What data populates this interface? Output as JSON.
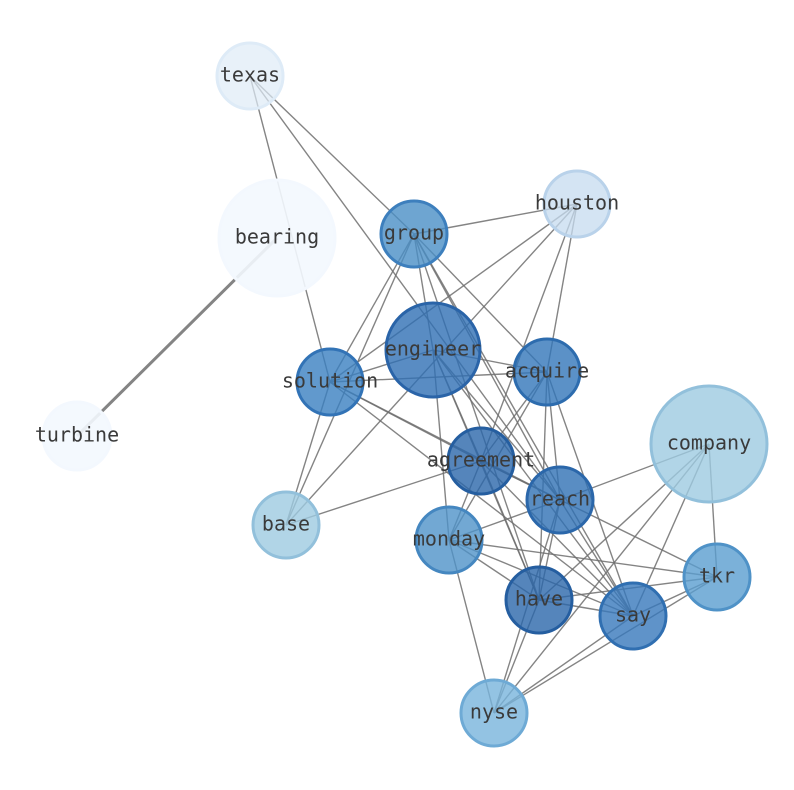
{
  "nodes": [
    {
      "id": "texas",
      "label": "texas",
      "fill": "#deebf7",
      "stroke": "#deebf7",
      "opacity": 0.7
    },
    {
      "id": "bearing",
      "label": "bearing",
      "fill": "#f3f8fe",
      "stroke": "#f3f8fe",
      "opacity": 0.9
    },
    {
      "id": "turbine",
      "label": "turbine",
      "fill": "#f3f8fe",
      "stroke": "#f3f8fe",
      "opacity": 0.9
    },
    {
      "id": "houston",
      "label": "houston",
      "fill": "#c6dbef",
      "stroke": "#b9d2ea",
      "opacity": 0.75
    },
    {
      "id": "group",
      "label": "group",
      "fill": "#4a8fc6",
      "stroke": "#3d7fbd",
      "opacity": 0.8
    },
    {
      "id": "engineer",
      "label": "engineer",
      "fill": "#2f6fb4",
      "stroke": "#2a64a8",
      "opacity": 0.8
    },
    {
      "id": "solution",
      "label": "solution",
      "fill": "#3a7fc0",
      "stroke": "#3273b6",
      "opacity": 0.8
    },
    {
      "id": "acquire",
      "label": "acquire",
      "fill": "#3276b9",
      "stroke": "#2d6cae",
      "opacity": 0.8
    },
    {
      "id": "company",
      "label": "company",
      "fill": "#9ecae1",
      "stroke": "#92c0db",
      "opacity": 0.8
    },
    {
      "id": "agreement",
      "label": "agreement",
      "fill": "#2a66aa",
      "stroke": "#255ea0",
      "opacity": 0.8
    },
    {
      "id": "reach",
      "label": "reach",
      "fill": "#3070b4",
      "stroke": "#2b67aa",
      "opacity": 0.8
    },
    {
      "id": "base",
      "label": "base",
      "fill": "#9ecae1",
      "stroke": "#92c0db",
      "opacity": 0.8
    },
    {
      "id": "monday",
      "label": "monday",
      "fill": "#4f92c8",
      "stroke": "#4587c0",
      "opacity": 0.8
    },
    {
      "id": "tkr",
      "label": "tkr",
      "fill": "#5a9dcf",
      "stroke": "#4f92c7",
      "opacity": 0.8
    },
    {
      "id": "have",
      "label": "have",
      "fill": "#2a66aa",
      "stroke": "#255ea0",
      "opacity": 0.8
    },
    {
      "id": "say",
      "label": "say",
      "fill": "#3778bb",
      "stroke": "#306fb1",
      "opacity": 0.8
    },
    {
      "id": "nyse",
      "label": "nyse",
      "fill": "#78b4dc",
      "stroke": "#6eaad5",
      "opacity": 0.8
    }
  ],
  "edges": [
    [
      "texas",
      "group"
    ],
    [
      "texas",
      "solution"
    ],
    [
      "texas",
      "reach"
    ],
    [
      "bearing",
      "turbine"
    ],
    [
      "houston",
      "group"
    ],
    [
      "houston",
      "solution"
    ],
    [
      "houston",
      "acquire"
    ],
    [
      "houston",
      "base"
    ],
    [
      "houston",
      "agreement"
    ],
    [
      "group",
      "engineer"
    ],
    [
      "group",
      "solution"
    ],
    [
      "group",
      "acquire"
    ],
    [
      "group",
      "reach"
    ],
    [
      "group",
      "have"
    ],
    [
      "group",
      "base"
    ],
    [
      "group",
      "say"
    ],
    [
      "engineer",
      "acquire"
    ],
    [
      "engineer",
      "solution"
    ],
    [
      "engineer",
      "agreement"
    ],
    [
      "engineer",
      "reach"
    ],
    [
      "engineer",
      "have"
    ],
    [
      "engineer",
      "say"
    ],
    [
      "engineer",
      "monday"
    ],
    [
      "solution",
      "acquire"
    ],
    [
      "solution",
      "agreement"
    ],
    [
      "solution",
      "base"
    ],
    [
      "solution",
      "say"
    ],
    [
      "solution",
      "reach"
    ],
    [
      "acquire",
      "agreement"
    ],
    [
      "acquire",
      "reach"
    ],
    [
      "acquire",
      "have"
    ],
    [
      "acquire",
      "say"
    ],
    [
      "acquire",
      "monday"
    ],
    [
      "agreement",
      "reach"
    ],
    [
      "agreement",
      "base"
    ],
    [
      "agreement",
      "have"
    ],
    [
      "agreement",
      "say"
    ],
    [
      "agreement",
      "tkr"
    ],
    [
      "agreement",
      "monday"
    ],
    [
      "reach",
      "monday"
    ],
    [
      "reach",
      "have"
    ],
    [
      "reach",
      "say"
    ],
    [
      "reach",
      "company"
    ],
    [
      "reach",
      "nyse"
    ],
    [
      "monday",
      "have"
    ],
    [
      "monday",
      "say"
    ],
    [
      "monday",
      "tkr"
    ],
    [
      "monday",
      "nyse"
    ],
    [
      "company",
      "have"
    ],
    [
      "company",
      "say"
    ],
    [
      "company",
      "tkr"
    ],
    [
      "company",
      "nyse"
    ],
    [
      "have",
      "tkr"
    ],
    [
      "have",
      "say"
    ],
    [
      "have",
      "nyse"
    ],
    [
      "tkr",
      "say"
    ],
    [
      "tkr",
      "nyse"
    ],
    [
      "say",
      "nyse"
    ]
  ]
}
